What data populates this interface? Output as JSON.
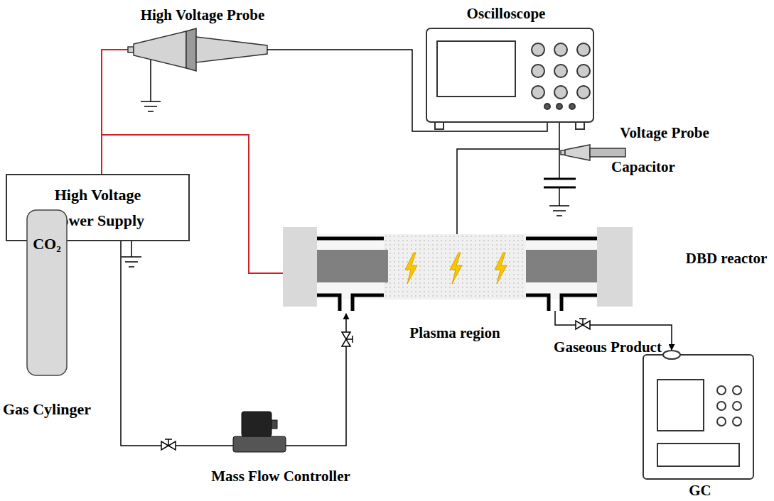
{
  "diagram": {
    "nodes": [
      {
        "text": [
          "High Voltage Power Supply"
        ]
      },
      {
        "text": [
          "CO₂",
          "Gas Cylinger"
        ]
      }
    ],
    "labels": [
      "High Voltage Probe",
      "Oscilloscope",
      "Voltage Probe",
      "Capacitor",
      "DBD reactor",
      "Plasma region",
      "Gaseous Product",
      "Mass Flow Controller",
      "GC"
    ]
  }
}
